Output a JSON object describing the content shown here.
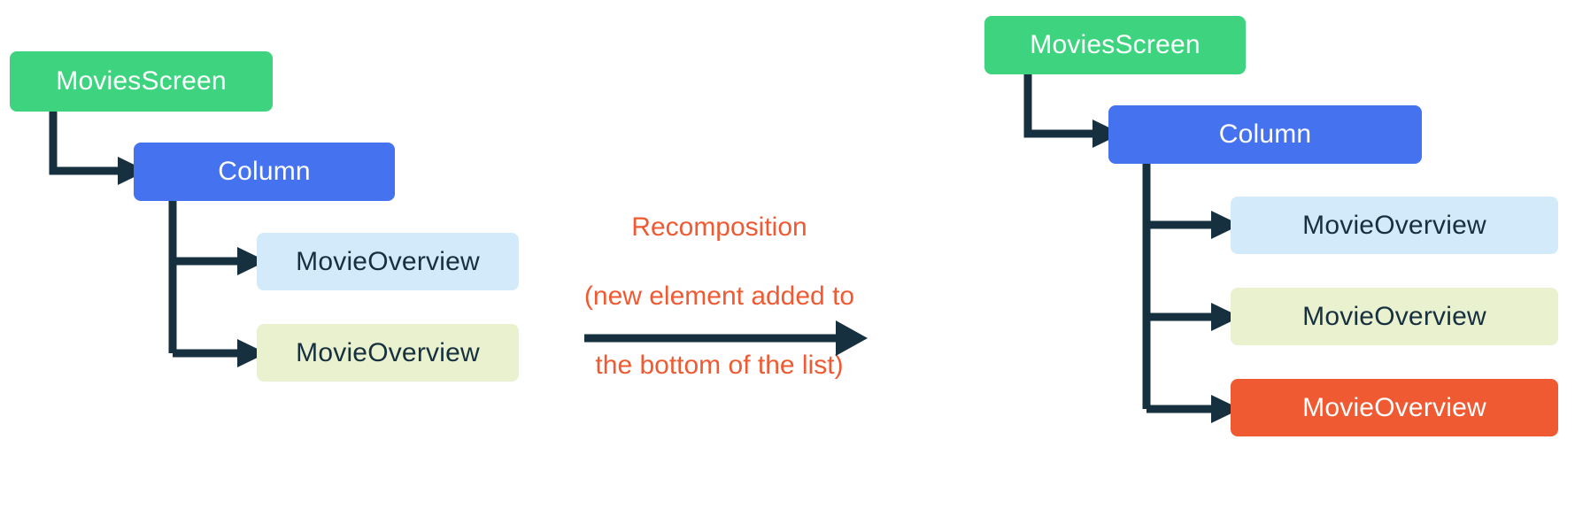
{
  "diagram": {
    "title_text": "Recomposition\n(new element added to\nthe bottom of the list)",
    "colors": {
      "screen_green": "#3ed47f",
      "column_blue": "#4573ef",
      "item_light_blue": "#d3eafb",
      "item_light_green": "#e9f1cf",
      "item_orange": "#f05a32",
      "connector_dark": "#16303f",
      "caption_orange": "#f05a32",
      "background": "#ffffff",
      "light_text": "#ffffff",
      "dark_text": "#16303f"
    },
    "before": {
      "label": "before-tree",
      "root": "MoviesScreen",
      "column": "Column",
      "items": [
        {
          "label": "MovieOverview",
          "color": "item_light_blue"
        },
        {
          "label": "MovieOverview",
          "color": "item_light_green"
        }
      ]
    },
    "transition": {
      "line1": "Recomposition",
      "line2": "(new element added to",
      "line3": "the bottom of the list)",
      "arrow": "right-arrow"
    },
    "after": {
      "label": "after-tree",
      "root": "MoviesScreen",
      "column": "Column",
      "items": [
        {
          "label": "MovieOverview",
          "color": "item_light_blue"
        },
        {
          "label": "MovieOverview",
          "color": "item_light_green"
        },
        {
          "label": "MovieOverview",
          "color": "item_orange"
        }
      ]
    }
  }
}
